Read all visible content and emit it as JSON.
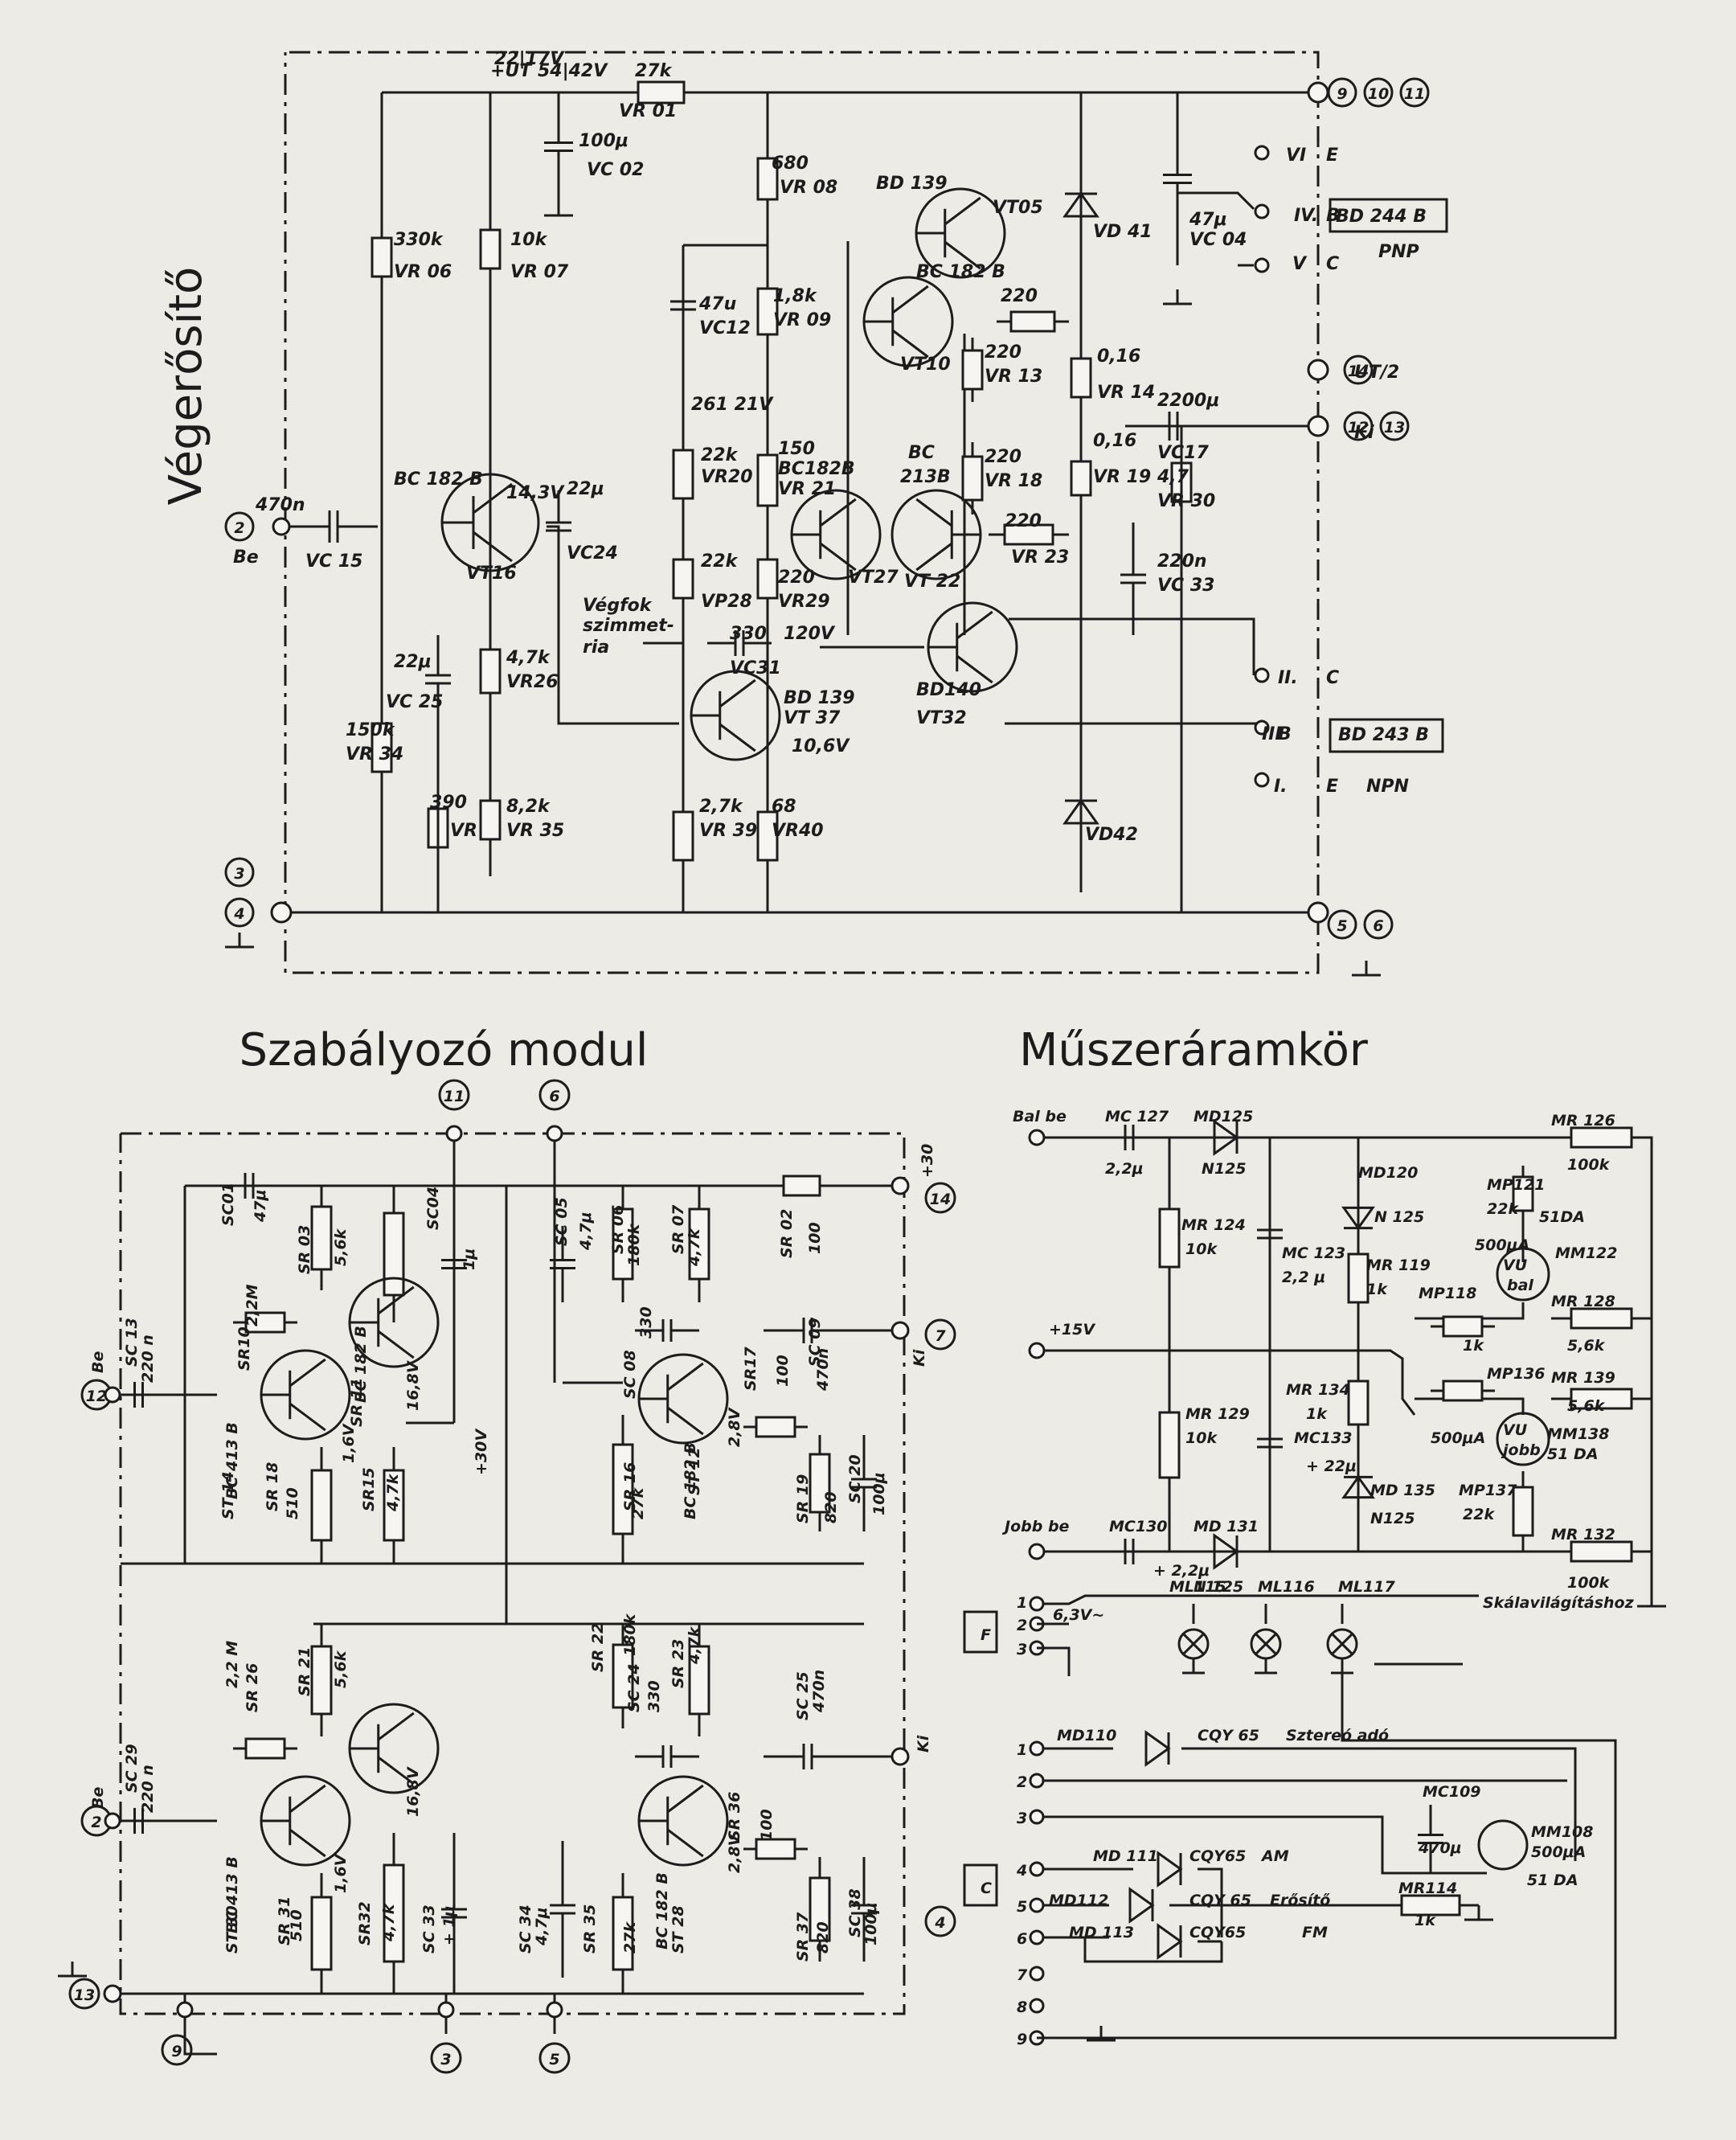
{
  "titles": {
    "vegerosito": "Végerősítő",
    "szabalyozo": "Szabályozó modul",
    "muszer": "Műszeráramkör"
  },
  "amp": {
    "top_labels": [
      "+UT 54|42V",
      "22|17V",
      "27k",
      "VR 01",
      "100μ",
      "VC 02",
      "680",
      "VR 08",
      "BD 139",
      "VT05",
      "VD 41",
      "47μ",
      "VC 04",
      "VI",
      "E",
      "IV.",
      "B",
      "V",
      "C",
      "BD 244 B",
      "PNP"
    ],
    "mid_labels": [
      "330k",
      "VR 06",
      "10k",
      "VR 07",
      "47u",
      "VC12",
      "1,8k",
      "VR 09",
      "BC 182 B",
      "VT10",
      "220",
      "220",
      "VR 13",
      "0,16",
      "VR 14",
      "UT/2",
      "261 21V",
      "2200μ",
      "VC17",
      "Ki",
      "22k",
      "VR20",
      "150",
      "BC182B",
      "VR 21",
      "BC",
      "213B",
      "220",
      "VR 18",
      "0,16",
      "VR 19",
      "4,7",
      "VR 30",
      "BC 182 B",
      "14,3V",
      "22μ",
      "VC24",
      "470n",
      "VC 15",
      "Be",
      "VT16",
      "220",
      "VR 23",
      "22k",
      "VP28",
      "220",
      "VR29",
      "VT27",
      "VT 22",
      "220n",
      "VC 33"
    ],
    "low_labels": [
      "Végfok",
      "szimmet-",
      "ria",
      "330",
      "120V",
      "VC31",
      "BD140",
      "VT32",
      "II.",
      "C",
      "22μ",
      "VC 25",
      "4,7k",
      "VR26",
      "BD 139",
      "VT 37",
      "10,6V",
      "III",
      "B",
      "BD 243 B",
      "150k",
      "VR 34",
      "I.",
      "E",
      "NPN",
      "390",
      "VR",
      "8,2k",
      "VR 35",
      "2,7k",
      "VR 39",
      "68",
      "VR40",
      "VD42"
    ],
    "terms": [
      "9",
      "10",
      "11",
      "14",
      "12",
      "13",
      "2",
      "3",
      "4",
      "5",
      "6"
    ]
  },
  "mod": {
    "labels_top": [
      "SC01",
      "47μ",
      "SR 03",
      "5,6k",
      "SC04",
      "1μ",
      "SC 05",
      "4,7μ",
      "SR 06",
      "180k",
      "SR 07",
      "4,7k",
      "SR 02",
      "100",
      "+30",
      "SC 13",
      "220 n",
      "Be",
      "SR10",
      "2,2M",
      "SR 11",
      "BC 182 B",
      "16,8V",
      "+30V",
      "330",
      "SC 08",
      "SC 09",
      "470n",
      "Ki",
      "SR17",
      "100",
      "2,8V",
      "1,6V",
      "BC 413 B",
      "ST 14",
      "SR 18",
      "510",
      "SR15",
      "4,7k",
      "SR 16",
      "27k",
      "BC 182 B",
      "ST 12",
      "SR 19",
      "820",
      "SC 20",
      "100μ"
    ],
    "labels_bot": [
      "2,2 M",
      "SR 26",
      "SR 21",
      "5,6k",
      "SR 22",
      "180k",
      "SR 23",
      "4,7k",
      "SC 24",
      "330",
      "SC 25",
      "470n",
      "Ki",
      "Be",
      "SC 29",
      "220 n",
      "16,8V",
      "SR 36",
      "100",
      "2,8V",
      "1,6V",
      "BC 413 B",
      "ST 30",
      "SR 31",
      "510",
      "SR32",
      "4,7k",
      "SC 33",
      "+ 1μ",
      "SC 34",
      "4,7μ",
      "SR 35",
      "27k",
      "BC 182 B",
      "ST 28",
      "SR 37",
      "820",
      "SC 38",
      "100μ"
    ],
    "terms": [
      "11",
      "6",
      "14",
      "7",
      "12",
      "2",
      "4",
      "13",
      "9",
      "3",
      "5"
    ]
  },
  "meter": {
    "labels": [
      "Bal be",
      "MC 127",
      "2,2μ",
      "MD125",
      "N125",
      "MR 126",
      "100k",
      "MR 124",
      "10k",
      "MD120",
      "N 125",
      "MP121",
      "22k",
      "51DA",
      "500μA",
      "VU",
      "bal",
      "MM122",
      "MC 123",
      "2,2 μ",
      "MR 119",
      "1k",
      "MP118",
      "1k",
      "MR 128",
      "5,6k",
      "+15V",
      "MP136",
      "MR 139",
      "5,6k",
      "MR 134",
      "1k",
      "MC133",
      "+ 22μ",
      "500μA",
      "VU",
      "jobb",
      "MM138",
      "51 DA",
      "MR 129",
      "10k",
      "MD 135",
      "N125",
      "MP137",
      "22k",
      "Jobb be",
      "MC130",
      "MD 131",
      "+ 2,2μ",
      "N 125",
      "MR 132",
      "100k"
    ],
    "lamp_labels": [
      "F",
      "1",
      "2",
      "3",
      "6,3V~",
      "ML115",
      "ML116",
      "ML117",
      "Skálavilágításhoz"
    ],
    "c_labels": [
      "C",
      "1",
      "MD110",
      "CQY 65",
      "Sztereó adó",
      "2",
      "3",
      "MC109",
      "470μ",
      "MM108",
      "500μA",
      "51 DA",
      "4",
      "MD 111",
      "CQY65",
      "AM",
      "5",
      "MD112",
      "CQY 65",
      "Erősítő",
      "MR114",
      "1k",
      "6",
      "MD 113",
      "CQY65",
      "FM",
      "7",
      "8",
      "9"
    ]
  }
}
